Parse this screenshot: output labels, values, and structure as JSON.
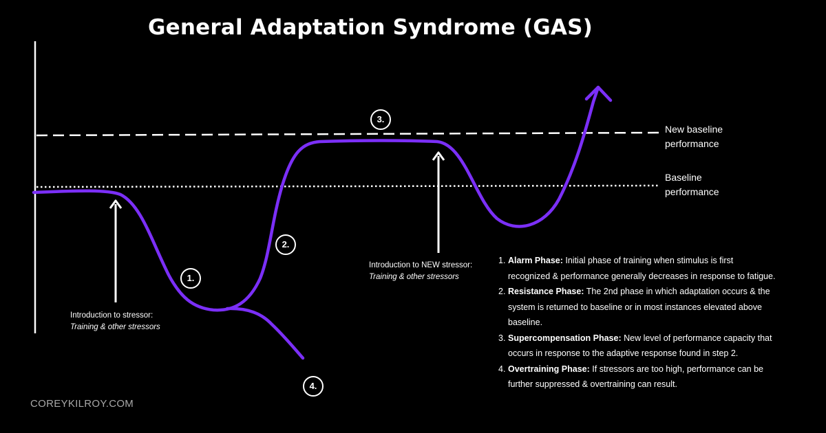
{
  "title": "General Adaptation Syndrome (GAS)",
  "colors": {
    "background": "#000000",
    "curve": "#7b2ff7",
    "text": "#ffffff",
    "footer": "#a8a8a8"
  },
  "lines": {
    "new_baseline": "New baseline performance",
    "baseline": "Baseline performance"
  },
  "annotations": {
    "stressor": {
      "line1": "Introduction to stressor:",
      "line2": "Training & other stressors"
    },
    "new_stressor": {
      "line1": "Introduction to NEW stressor:",
      "line2": "Training & other stressors"
    }
  },
  "markers": [
    "1.",
    "2.",
    "3.",
    "4."
  ],
  "phases": [
    {
      "num": "1.",
      "name": "Alarm Phase:",
      "text": " Initial phase of training when stimulus is first recognized & performance generally decreases in response to fatigue."
    },
    {
      "num": "2.",
      "name": "Resistance Phase:",
      "text": " The 2nd phase in which adaptation occurs & the system is returned to baseline or in most instances elevated above baseline."
    },
    {
      "num": "3.",
      "name": "Supercompensation Phase:",
      "text": " New level of performance capacity that occurs in response to the adaptive response found in step 2."
    },
    {
      "num": "4.",
      "name": "Overtraining Phase:",
      "text": " If stressors are too high, performance can be further suppressed & overtraining can result."
    }
  ],
  "footer": "COREYKILROY.COM"
}
